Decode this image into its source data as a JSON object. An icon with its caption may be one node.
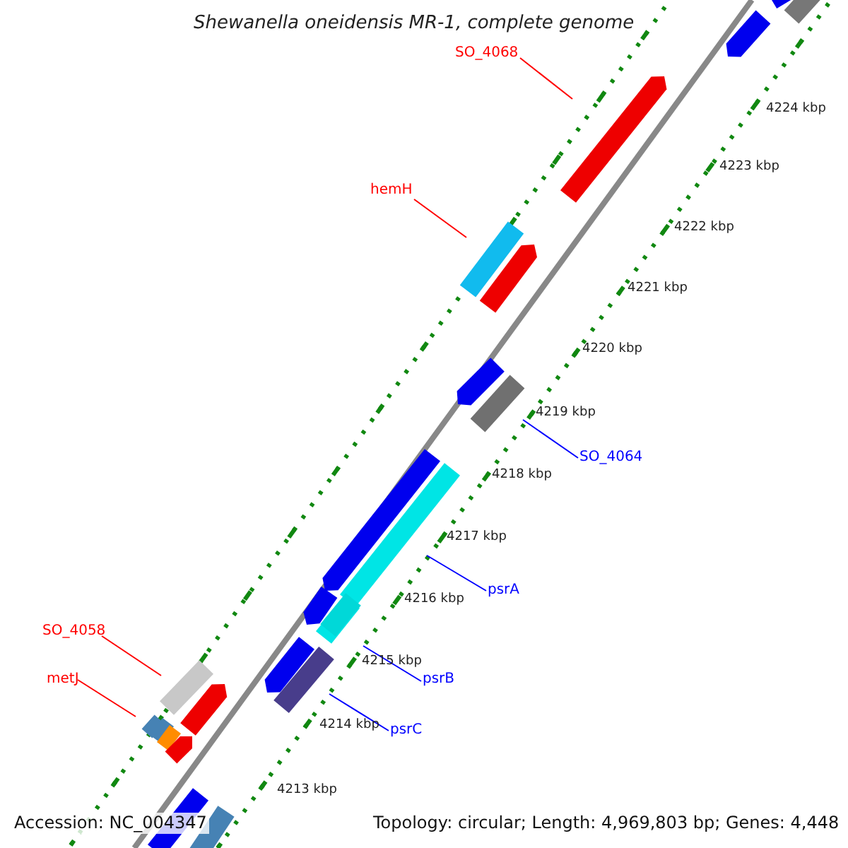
{
  "diagram": {
    "title": "Shewanella oneidensis MR-1, complete genome",
    "nodes": [
      {
        "text": [
          "SO_4068"
        ]
      },
      {
        "text": [],
        "shape": "bar"
      },
      {
        "text": [
          "hemH"
        ]
      },
      {
        "text": [],
        "shape": "bar"
      },
      {
        "text": [
          "SO_4064"
        ]
      },
      {
        "text": [],
        "shape": "bar"
      },
      {
        "text": [
          "psrA"
        ]
      },
      {
        "text": [],
        "shape": "bar"
      },
      {
        "text": [
          "psrB"
        ]
      },
      {
        "text": [],
        "shape": "bar"
      },
      {
        "text": [
          "psrC"
        ]
      },
      {
        "text": [],
        "shape": "bar"
      },
      {
        "text": [
          "SO_4058"
        ]
      },
      {
        "text": [],
        "shape": "bar"
      },
      {
        "text": [
          "metJ"
        ]
      },
      {
        "text": [],
        "shape": "bar"
      }
    ],
    "edges": [
      {
        "from": 0,
        "to": 1,
        "arrow": "none",
        "color": "#ff0000"
      },
      {
        "from": 2,
        "to": 3,
        "arrow": "none",
        "color": "#ff0000"
      },
      {
        "from": 4,
        "to": 5,
        "arrow": "none",
        "color": "#0000ff"
      },
      {
        "from": 6,
        "to": 7,
        "arrow": "none",
        "color": "#0000ff"
      },
      {
        "from": 8,
        "to": 9,
        "arrow": "none",
        "color": "#0000ff"
      },
      {
        "from": 10,
        "to": 11,
        "arrow": "none",
        "color": "#0000ff"
      },
      {
        "from": 12,
        "to": 13,
        "arrow": "none",
        "color": "#ff0000"
      },
      {
        "from": 14,
        "to": 15,
        "arrow": "none",
        "color": "#ff0000"
      }
    ],
    "labels": [
      "4224 kbp",
      "4223 kbp",
      "4222 kbp",
      "4221 kbp",
      "4220 kbp",
      "4219 kbp",
      "4218 kbp",
      "4217 kbp",
      "4216 kbp",
      "4215 kbp",
      "4214 kbp",
      "4213 kbp",
      "Accession: NC_004347",
      "Topology: circular; Length: 4,969,803 bp; Genes: 4,448"
    ]
  }
}
